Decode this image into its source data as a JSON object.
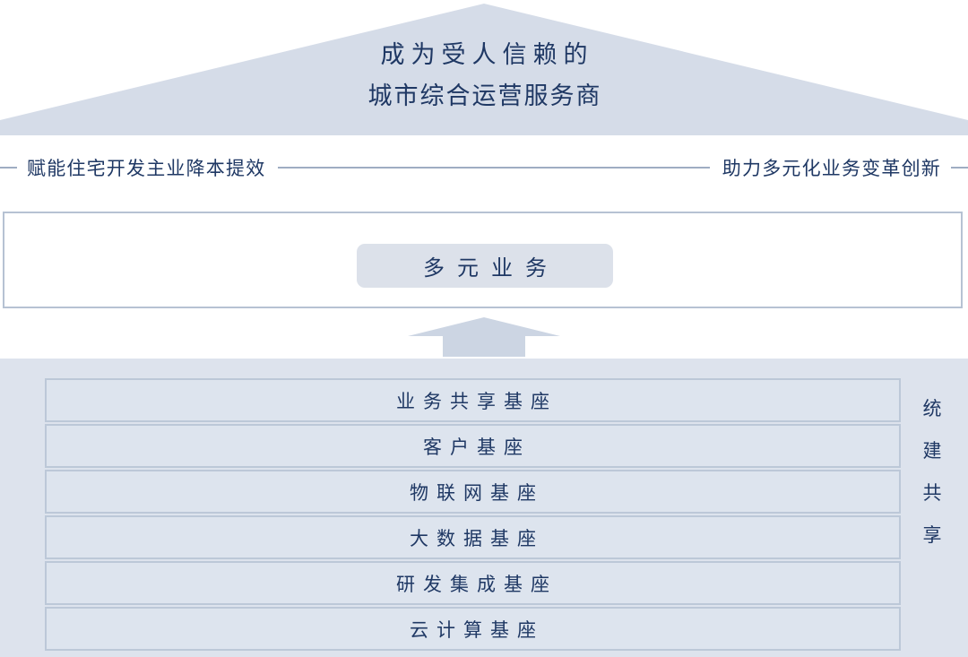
{
  "roof": {
    "title_line1": "成为受人信赖的",
    "title_line2": "城市综合运营服务商",
    "fill_color": "#d5dce8"
  },
  "taglines": {
    "left": "赋能住宅开发主业降本提效",
    "right": "助力多元化业务变革创新",
    "rule_color": "#9fadc2"
  },
  "middle": {
    "pill_label": "多元业务",
    "pill_fill": "#dce1ea",
    "box_border": "#b6c2d3"
  },
  "arrow": {
    "name": "up-arrow",
    "fill": "#ccd5e3"
  },
  "base": {
    "panel_fill": "#dde3ed",
    "rows": [
      {
        "label": "业务共享基座"
      },
      {
        "label": "客户基座"
      },
      {
        "label": "物联网基座"
      },
      {
        "label": "大数据基座"
      },
      {
        "label": "研发集成基座"
      },
      {
        "label": "云计算基座"
      }
    ],
    "side_label_chars": [
      "统",
      "建",
      "共",
      "享"
    ]
  },
  "colors": {
    "text_navy": "#1f3864",
    "row_fill": "#dde4ee",
    "row_border": "#bcc8d8"
  }
}
